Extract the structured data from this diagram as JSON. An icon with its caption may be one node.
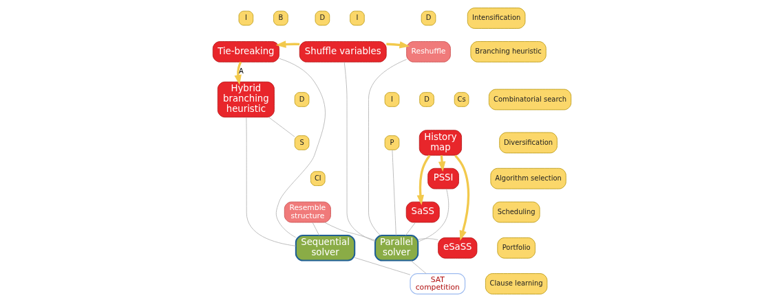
{
  "diagram": {
    "nodes": [
      {
        "text": [
          "I"
        ]
      },
      {
        "text": [
          "B"
        ]
      },
      {
        "text": [
          "Tie-breaking"
        ]
      },
      {
        "text": [
          "D"
        ]
      },
      {
        "text": [
          "I"
        ]
      },
      {
        "text": [
          "Shuffle variables"
        ]
      },
      {
        "text": [
          "D"
        ]
      },
      {
        "text": [
          "Reshuffle"
        ]
      },
      {
        "text": [
          "Hybrid branching heuristic"
        ]
      },
      {
        "text": [
          "D"
        ]
      },
      {
        "text": [
          "I"
        ]
      },
      {
        "text": [
          "D"
        ]
      },
      {
        "text": [
          "Cs"
        ]
      },
      {
        "text": [
          "S"
        ]
      },
      {
        "text": [
          "P"
        ]
      },
      {
        "text": [
          "History map"
        ]
      },
      {
        "text": [
          "PSSI"
        ]
      },
      {
        "text": [
          "Cl"
        ]
      },
      {
        "text": [
          "Resemble structure"
        ]
      },
      {
        "text": [
          "SaSS"
        ]
      },
      {
        "text": [
          "Sequential solver"
        ]
      },
      {
        "text": [
          "Parallel solver"
        ]
      },
      {
        "text": [
          "eSaSS"
        ]
      },
      {
        "text": [
          "SAT competition"
        ]
      },
      {
        "text": [
          "Intensification"
        ]
      },
      {
        "text": [
          "Branching heuristic"
        ]
      },
      {
        "text": [
          "Combinatorial search"
        ]
      },
      {
        "text": [
          "Diversification"
        ]
      },
      {
        "text": [
          "Algorithm selection"
        ]
      },
      {
        "text": [
          "Scheduling"
        ]
      },
      {
        "text": [
          "Portfolio"
        ]
      },
      {
        "text": [
          "Clause learning"
        ]
      }
    ],
    "edges": [
      {
        "from": 5,
        "to": 2,
        "arrow": "to",
        "style": "thick",
        "color": "#f2c94c"
      },
      {
        "from": 5,
        "to": 7,
        "arrow": "to",
        "style": "thick",
        "color": "#f2c94c"
      },
      {
        "from": 2,
        "to": 8,
        "arrow": "to",
        "label": "A",
        "style": "thick",
        "color": "#f2c94c"
      },
      {
        "from": 15,
        "to": 16,
        "arrow": "to",
        "style": "thick",
        "color": "#f2c94c"
      },
      {
        "from": 15,
        "to": 19,
        "arrow": "to",
        "style": "thick",
        "color": "#f2c94c"
      },
      {
        "from": 15,
        "to": 22,
        "arrow": "to",
        "style": "thick",
        "color": "#f2c94c"
      },
      {
        "from": 2,
        "to": 20,
        "arrow": "none"
      },
      {
        "from": 8,
        "to": 20,
        "arrow": "none"
      },
      {
        "from": 18,
        "to": 20,
        "arrow": "none"
      },
      {
        "from": 18,
        "to": 21,
        "arrow": "none"
      },
      {
        "from": 5,
        "to": 21,
        "arrow": "none"
      },
      {
        "from": 7,
        "to": 21,
        "arrow": "none"
      },
      {
        "from": 8,
        "to": 13,
        "arrow": "none"
      },
      {
        "from": 14,
        "to": 21,
        "arrow": "none"
      },
      {
        "from": 16,
        "to": 21,
        "arrow": "none"
      },
      {
        "from": 19,
        "to": 21,
        "arrow": "none"
      },
      {
        "from": 21,
        "to": 22,
        "arrow": "none"
      },
      {
        "from": 20,
        "to": 23,
        "arrow": "none"
      },
      {
        "from": 21,
        "to": 23,
        "arrow": "none"
      }
    ]
  }
}
